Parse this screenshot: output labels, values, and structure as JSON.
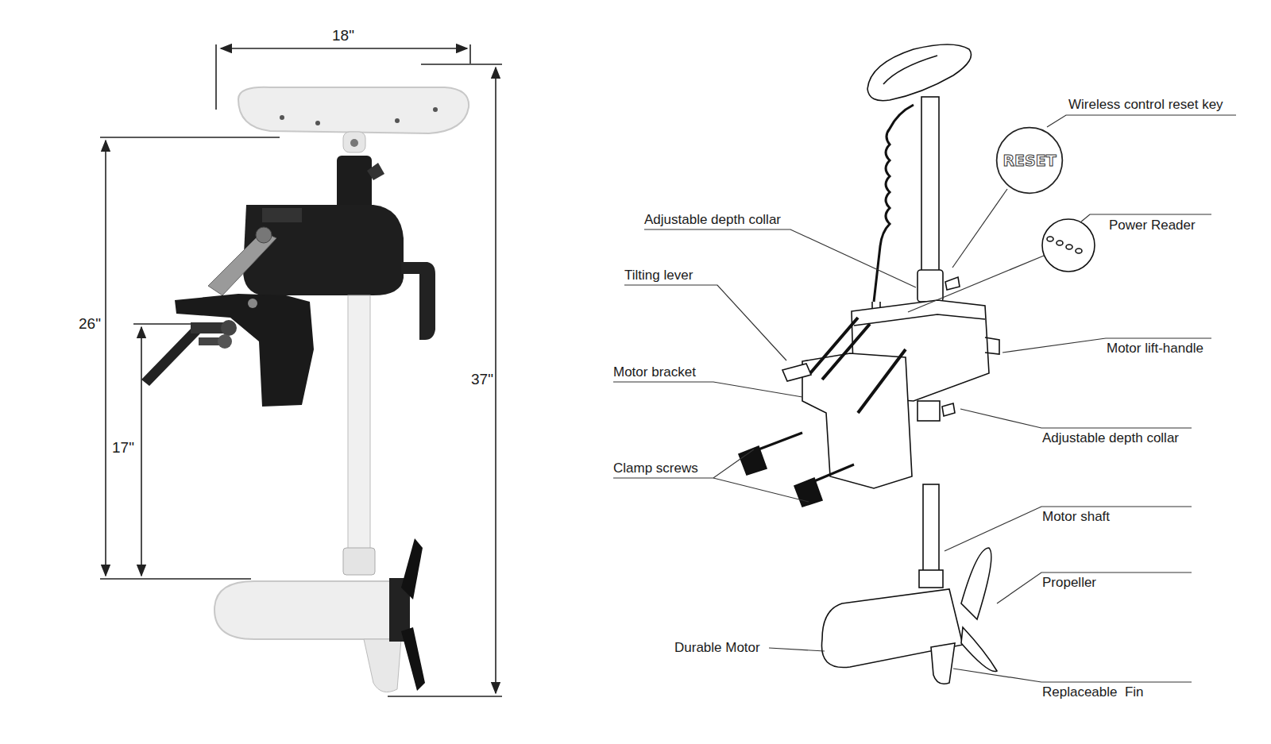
{
  "diagram": {
    "nodes": [
      {
        "text": [
          "RESET"
        ]
      }
    ],
    "labels": [
      "18\"",
      "26\"",
      "17\"",
      "37\"",
      "Wireless control reset key",
      "Adjustable depth collar",
      "Power Reader",
      "Tilting lever",
      "Motor lift-handle",
      "Motor bracket",
      "Adjustable depth collar",
      "Clamp screws",
      "Motor shaft",
      "Propeller",
      "Durable Motor",
      "Replaceable  Fin"
    ]
  }
}
